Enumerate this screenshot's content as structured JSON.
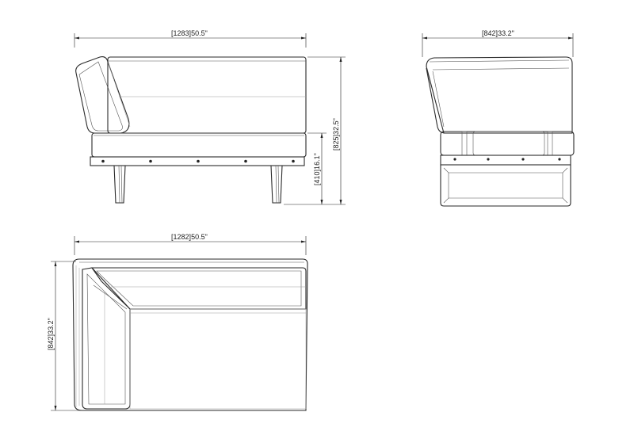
{
  "views": {
    "front": {
      "width_mm": "1283",
      "width_in": "50.5\"",
      "height_mm": "825",
      "height_in": "32.5\"",
      "seat_mm": "410",
      "seat_in": "16.1\""
    },
    "side": {
      "depth_mm": "842",
      "depth_in": "33.2\""
    },
    "top": {
      "width_mm": "1282",
      "width_in": "50.5\"",
      "depth_mm": "842",
      "depth_in": "33.2\""
    }
  },
  "colors": {
    "line": "#2a2a2a",
    "background": "#ffffff"
  }
}
